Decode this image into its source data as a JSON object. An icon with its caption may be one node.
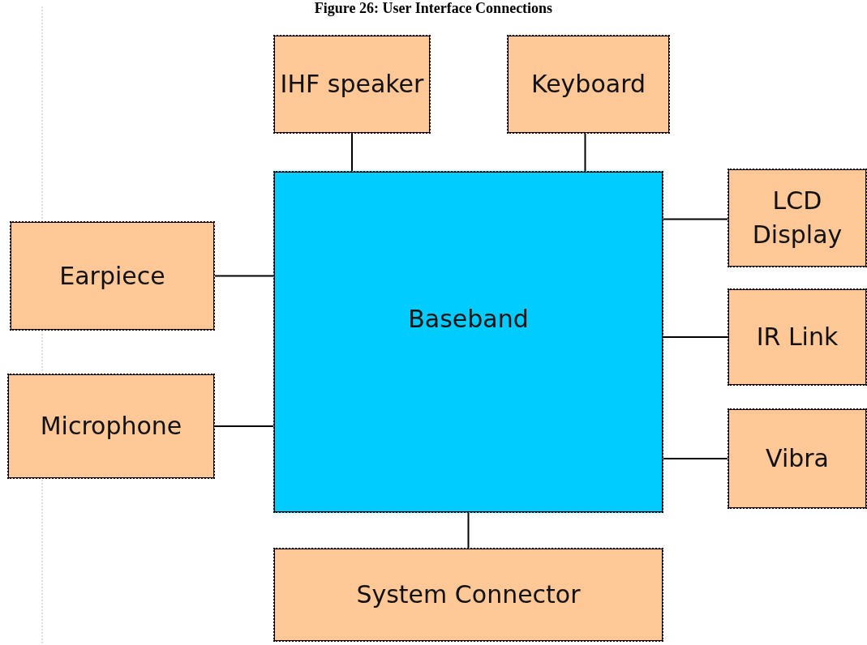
{
  "diagram": {
    "title": "Figure 26: User Interface Connections",
    "nodes": [
      {
        "text": [
          "IHF speaker"
        ]
      },
      {
        "text": [
          "Keyboard"
        ]
      },
      {
        "text": [
          "Earpiece"
        ]
      },
      {
        "text": [
          "Baseband"
        ]
      },
      {
        "text": [
          "LCD Display"
        ]
      },
      {
        "text": [
          "IR Link"
        ]
      },
      {
        "text": [
          "Microphone"
        ]
      },
      {
        "text": [
          "Vibra"
        ]
      },
      {
        "text": [
          "System Connector"
        ]
      }
    ],
    "edges": [
      {
        "from": 0,
        "to": 3,
        "arrow": "none"
      },
      {
        "from": 1,
        "to": 3,
        "arrow": "none"
      },
      {
        "from": 2,
        "to": 3,
        "arrow": "none"
      },
      {
        "from": 6,
        "to": 3,
        "arrow": "none"
      },
      {
        "from": 4,
        "to": 3,
        "arrow": "none"
      },
      {
        "from": 5,
        "to": 3,
        "arrow": "none"
      },
      {
        "from": 7,
        "to": 3,
        "arrow": "none"
      },
      {
        "from": 8,
        "to": 3,
        "arrow": "none"
      }
    ]
  }
}
